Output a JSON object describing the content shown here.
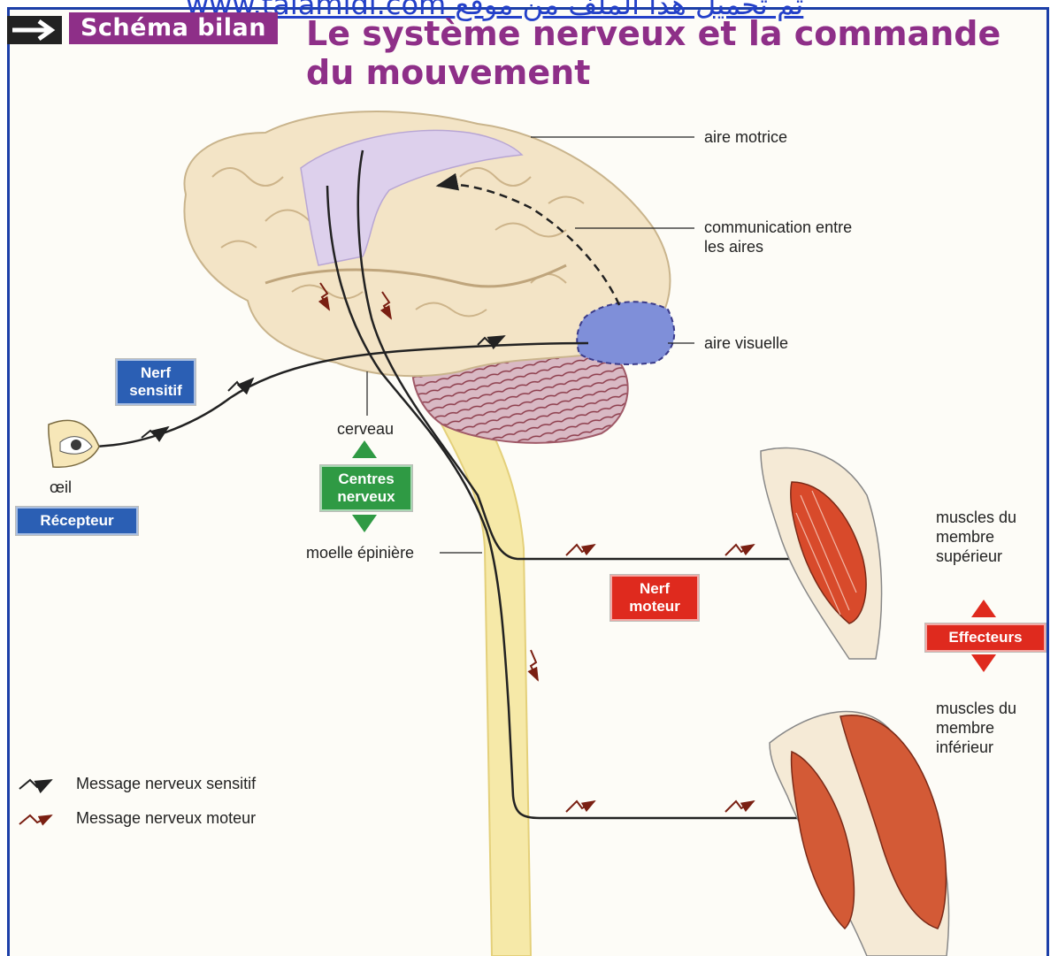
{
  "header": {
    "watermark": "www.talamidi.com تم تحميل هذا الملف من موقع",
    "tab": "Schéma bilan",
    "title": "Le système nerveux et la commande du mouvement"
  },
  "labels": {
    "aire_motrice": "aire motrice",
    "communication": "communication entre les aires",
    "aire_visuelle": "aire visuelle",
    "cerveau": "cerveau",
    "oeil": "œil",
    "moelle": "moelle épinière",
    "muscles_sup": "muscles du membre supérieur",
    "muscles_inf": "muscles du membre inférieur"
  },
  "boxes": {
    "nerf_sensitif": "Nerf sensitif",
    "recepteur": "Récepteur",
    "centres": "Centres nerveux",
    "nerf_moteur": "Nerf moteur",
    "effecteurs": "Effecteurs"
  },
  "legend": {
    "sensitif": "Message nerveux sensitif",
    "moteur": "Message nerveux moteur"
  },
  "colors": {
    "frame": "#1c3fa8",
    "title": "#8e2f88",
    "recepteur": "#2b5fb4",
    "centres": "#2f9a44",
    "effecteurs": "#df2a1e"
  }
}
